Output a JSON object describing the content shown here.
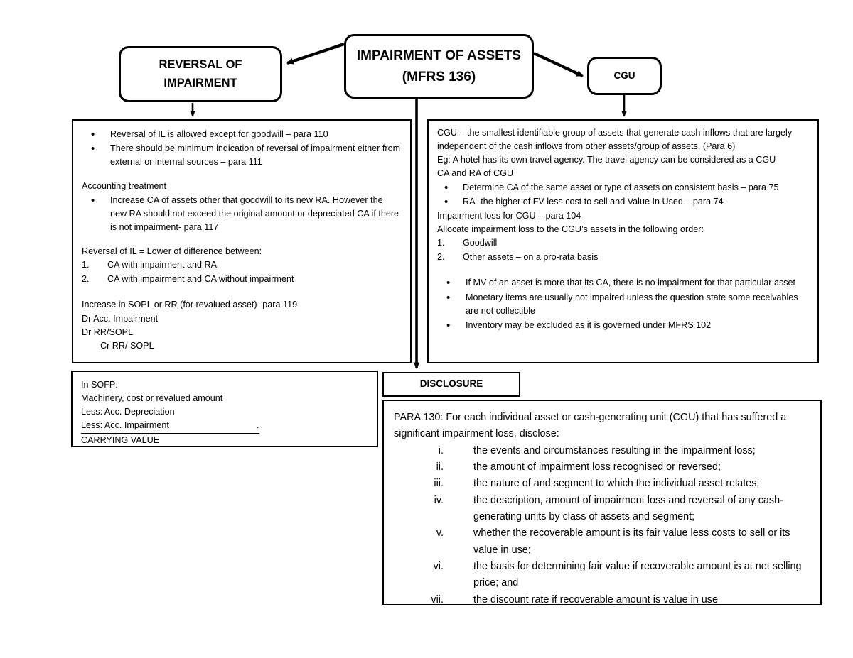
{
  "title_node": {
    "line1": "IMPAIRMENT OF ASSETS",
    "line2": "(MFRS 136)"
  },
  "reversal_node": {
    "line1": "REVERSAL OF",
    "line2": "IMPAIRMENT"
  },
  "cgu_node": {
    "label": "CGU"
  },
  "reversal_box": {
    "bullets_top": [
      "Reversal of IL is allowed except for goodwill – para 110",
      "There should be minimum indication of reversal of impairment either from external or internal sources – para 111"
    ],
    "accounting_heading": "Accounting treatment",
    "accounting_bullets": [
      "Increase CA of assets other that goodwill to its new RA. However the new RA should not exceed the original amount or depreciated CA if there is not impairment- para 117"
    ],
    "reversal_heading": "Reversal of IL = Lower of difference between:",
    "reversal_items": [
      "CA with impairment and RA",
      "CA with impairment and CA without impairment"
    ],
    "journal_intro": "Increase in SOPL or RR (for revalued asset)- para 119",
    "journal_lines": [
      "Dr Acc. Impairment",
      "Dr RR/SOPL"
    ],
    "journal_credit": "Cr RR/ SOPL"
  },
  "cgu_box": {
    "definition": "CGU – the smallest identifiable group of assets that generate cash inflows that are largely independent of the cash inflows from other assets/group of assets. (Para 6)",
    "example": "Eg:  A hotel has its own travel agency. The travel agency can be considered as a CGU",
    "ca_ra_heading": "CA and RA of CGU",
    "ca_ra_bullets": [
      "Determine CA of the same asset or type of assets on consistent basis – para 75",
      "RA- the higher of FV less cost to sell and Value In Used – para 74"
    ],
    "impairment_heading": "Impairment loss for CGU – para 104",
    "allocate_heading": "Allocate impairment loss to the CGU’s assets in the following order:",
    "allocate_items": [
      "Goodwill",
      "Other assets – on a pro-rata basis"
    ],
    "notes_bullets": [
      "If MV of an asset is more that its CA, there is no impairment for that particular asset",
      "Monetary items are usually not impaired unless the question state some receivables are not collectible",
      "Inventory may be excluded as it is governed under MFRS 102"
    ]
  },
  "sofp_box": {
    "heading": "In SOFP:",
    "lines": [
      "Machinery, cost or revalued amount",
      "Less: Acc. Depreciation"
    ],
    "underlined_line": "Less: Acc. Impairment",
    "underlined_trailing": ".",
    "total_line": "CARRYING VALUE"
  },
  "disclosure": {
    "title": "DISCLOSURE",
    "intro": "PARA 130: For each individual asset or cash-generating unit (CGU) that has suffered a significant impairment loss, disclose:",
    "items": [
      {
        "marker": "i.",
        "text": "the events and circumstances resulting in the impairment loss;"
      },
      {
        "marker": "ii.",
        "text": "the amount of impairment loss recognised or reversed;"
      },
      {
        "marker": "iii.",
        "text": "the nature of and segment to which the individual asset relates;"
      },
      {
        "marker": "iv.",
        "text": "the description, amount of impairment loss and reversal of any cash-generating units by class of assets and segment;"
      },
      {
        "marker": "v.",
        "text": "whether the recoverable amount is its fair value less costs to sell or its value in use;"
      },
      {
        "marker": "vi.",
        "text": "the basis for determining fair value if recoverable amount is at net selling price; and"
      },
      {
        "marker": "vii.",
        "text": "the discount rate if recoverable amount is value in use"
      }
    ]
  },
  "colors": {
    "stroke": "#000000",
    "background": "#ffffff"
  }
}
